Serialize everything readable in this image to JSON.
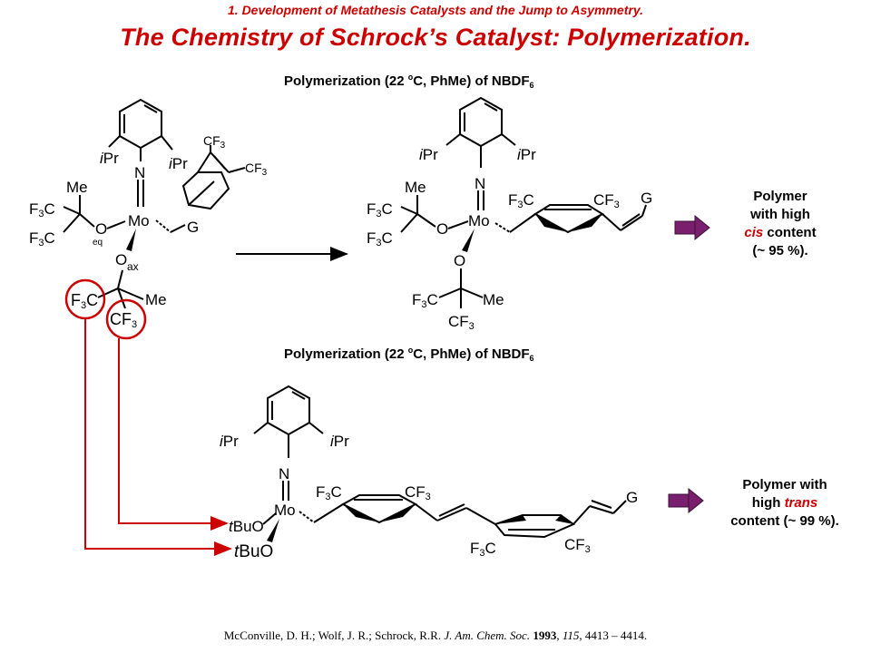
{
  "header": {
    "subtitle": "1. Development of Metathesis Catalysts and the Jump to Asymmetry.",
    "title": "The Chemistry of Schrock’s Catalyst: Polymerization."
  },
  "reaction1": {
    "cond_prefix": "Polymerization (22 ",
    "cond_sup": "o",
    "cond_mid": "C, PhMe) of NBDF",
    "cond_sub": "6",
    "result": {
      "line1": "Polymer",
      "line2": "with high",
      "italic": "cis",
      "after_italic": " content",
      "line4": "(~ 95 %)."
    }
  },
  "reaction2": {
    "cond_prefix": "Polymerization (22 ",
    "cond_sup": "o",
    "cond_mid": "C, PhMe) of NBDF",
    "cond_sub": "6",
    "result": {
      "line1": "Polymer with",
      "before_italic": "high ",
      "italic": "trans",
      "line3": "content (~ 99 %)."
    }
  },
  "labels": {
    "ipr": "iPr",
    "me": "Me",
    "f3c": "F3C",
    "cf3": "CF3",
    "mo": "Mo",
    "n": "N",
    "o": "O",
    "g": "G",
    "eq": "eq",
    "ax": "ax",
    "tbuo": "tBuO"
  },
  "citation": {
    "authors": "McConville, D. H.; Wolf, J. R.; Schrock, R.R. ",
    "journal": "J. Am. Chem. Soc.",
    "year": "1993",
    "volume": "115",
    "pages": ", 4413 – 4414."
  },
  "colors": {
    "accent": "#cc0000",
    "arrow": "#7a1f6e",
    "ink": "#000000"
  }
}
